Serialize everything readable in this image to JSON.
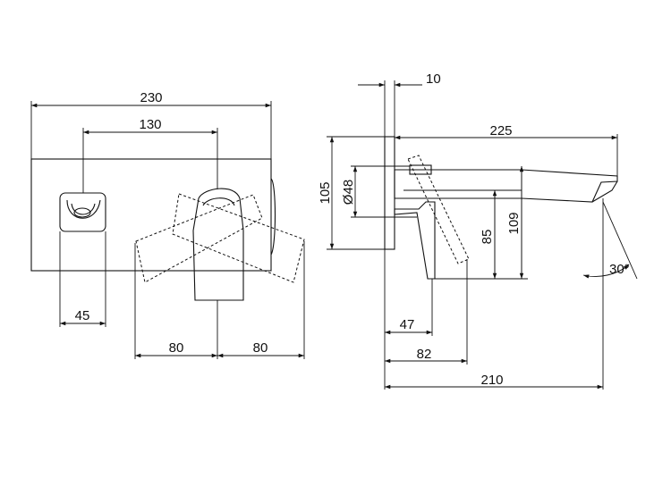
{
  "front_view": {
    "dim_width_total": "230",
    "dim_width_inner": "130",
    "dim_diverter": "45",
    "dim_handle_left": "80",
    "dim_handle_right": "80"
  },
  "side_view": {
    "dim_plate_thickness": "10",
    "dim_spout_length": "225",
    "dim_plate_height": "105",
    "dim_diameter": "Ø48",
    "dim_85": "85",
    "dim_109": "109",
    "dim_47": "47",
    "dim_82": "82",
    "dim_210": "210",
    "dim_angle": "30°"
  }
}
